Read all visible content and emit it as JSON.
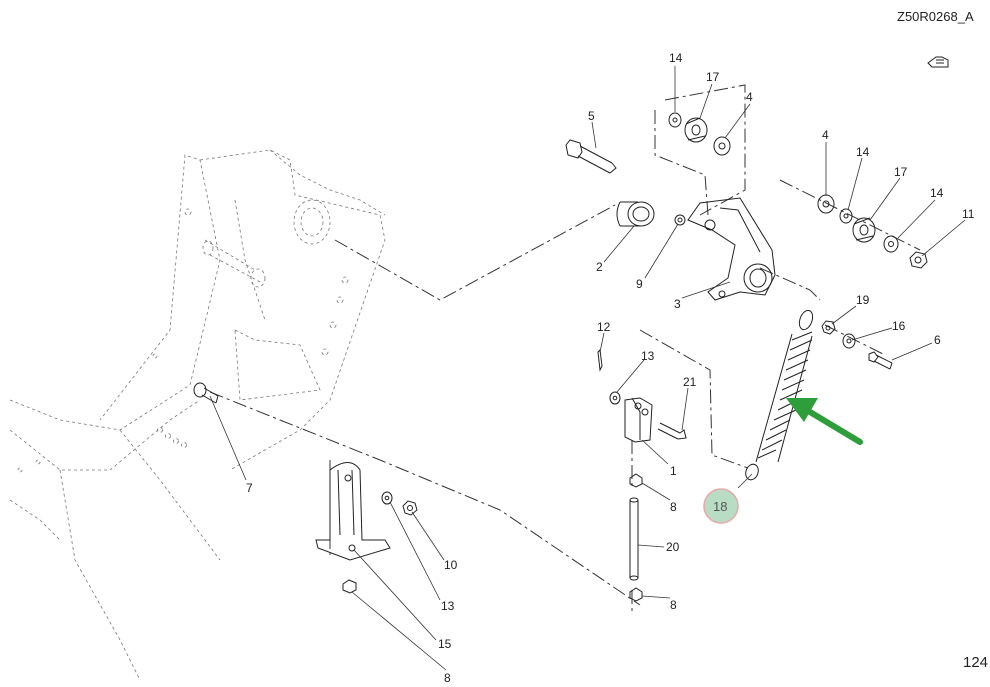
{
  "figure_code": "Z50R0268_A",
  "page_number": "124",
  "highlighted_part": "18",
  "arrow_color": "#2e9e3a",
  "highlight_color": "#b9dcc4",
  "callouts": {
    "c14a": "14",
    "c17a": "17",
    "c4a": "4",
    "c5": "5",
    "c4b": "4",
    "c14b": "14",
    "c17b": "17",
    "c14c": "14",
    "c11": "11",
    "c2": "2",
    "c9": "9",
    "c3": "3",
    "c19": "19",
    "c16": "16",
    "c6": "6",
    "c12": "12",
    "c13a": "13",
    "c21": "21",
    "c1": "1",
    "c7": "7",
    "c8a": "8",
    "c20": "20",
    "c8b": "8",
    "c10": "10",
    "c13b": "13",
    "c15": "15",
    "c8c": "8"
  },
  "icons": {
    "orientation": "hand-pointer-icon",
    "arrow": "green-arrow-icon"
  }
}
